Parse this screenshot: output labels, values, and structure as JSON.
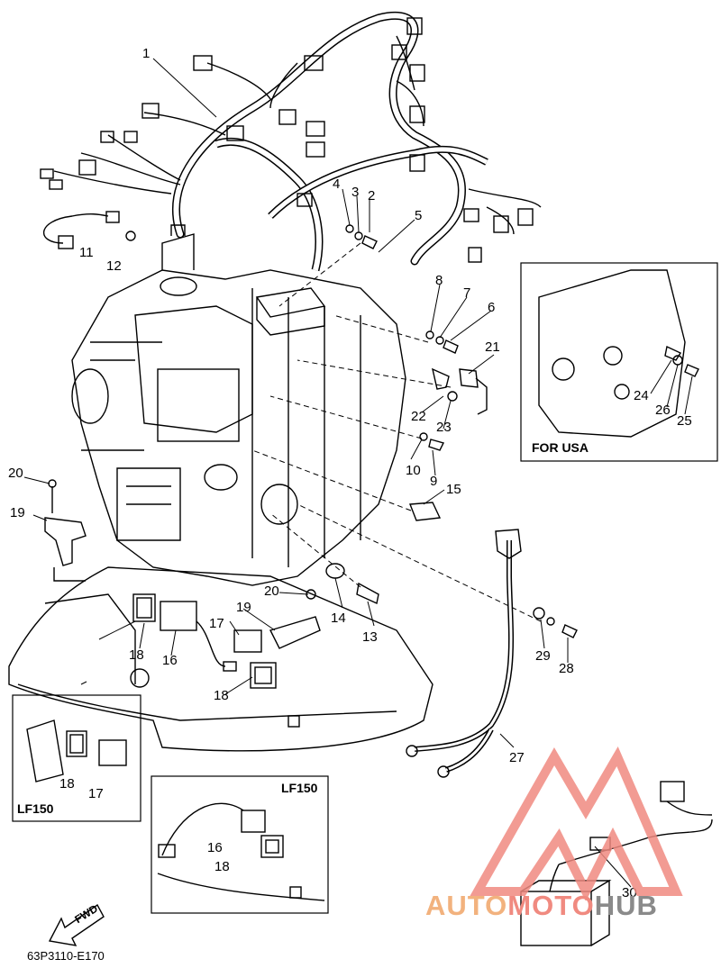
{
  "diagram": {
    "code": "63P3110-E170",
    "fwd_label": "FWD",
    "inset_usa_label": "FOR USA",
    "inset_lf150_a_label": "LF150",
    "inset_lf150_b_label": "LF150"
  },
  "callouts": [
    "1",
    "2",
    "3",
    "4",
    "5",
    "6",
    "7",
    "8",
    "9",
    "10",
    "11",
    "12",
    "13",
    "14",
    "15",
    "16",
    "17",
    "18",
    "19",
    "20",
    "21",
    "22",
    "23",
    "24",
    "25",
    "26",
    "27",
    "28",
    "29",
    "30",
    "16",
    "17",
    "18",
    "18",
    "19",
    "20",
    "18",
    "17",
    "16",
    "18"
  ],
  "watermark": {
    "part1": "AUTO",
    "part2": "MOTO",
    "part3": "HUB",
    "color_a": "#f2b27e",
    "color_b": "#f08a80",
    "color_c": "#8a8a8a"
  }
}
